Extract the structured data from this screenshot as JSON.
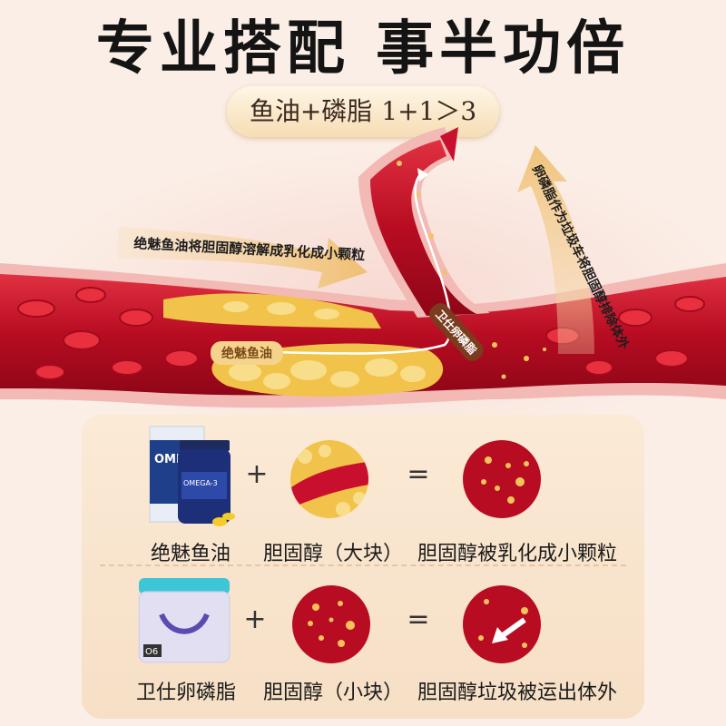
{
  "headline": "专业搭配 事半功倍",
  "formula": {
    "text": "鱼油+磷脂",
    "ratio": "1+1＞3"
  },
  "artery": {
    "fish_oil_desc": "绝魅鱼油将胆固醇溶解成乳化成小颗粒",
    "lecithin_desc": "卵磷脂作为垃圾车将胆固醇排除体外",
    "fish_oil_tag": "绝魅鱼油",
    "lecithin_tag": "卫仕卵磷脂"
  },
  "rows": [
    {
      "product": "绝魅鱼油",
      "op1": "+",
      "input": "胆固醇（大块）",
      "op2": "=",
      "result": "胆固醇被乳化成小颗粒"
    },
    {
      "product": "卫仕卵磷脂",
      "op1": "+",
      "input": "胆固醇（小块）",
      "op2": "=",
      "result": "胆固醇垃圾被运出体外"
    }
  ],
  "packaging": {
    "fish_box_brand": "OMEGA",
    "fish_bottle_label": "OMEGA-3",
    "lecithin_code": "O6"
  },
  "colors": {
    "vessel": "#c8102e",
    "plaque": "#f2c34a",
    "accent": "#f6c98a"
  }
}
